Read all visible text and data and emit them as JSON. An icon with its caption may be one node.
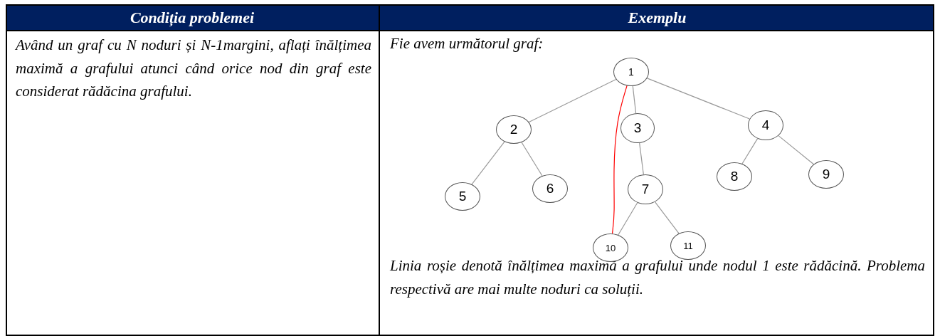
{
  "diagram": {
    "nodes": [
      {
        "text": [
          "1"
        ]
      },
      {
        "text": [
          "2"
        ]
      },
      {
        "text": [
          "3"
        ]
      },
      {
        "text": [
          "4"
        ]
      },
      {
        "text": [
          "5"
        ]
      },
      {
        "text": [
          "6"
        ]
      },
      {
        "text": [
          "7"
        ]
      },
      {
        "text": [
          "8"
        ]
      },
      {
        "text": [
          "9"
        ]
      },
      {
        "text": [
          "10"
        ]
      },
      {
        "text": [
          "11"
        ]
      }
    ],
    "edges": [
      {
        "from": 0,
        "to": 1,
        "arrow": "none"
      },
      {
        "from": 0,
        "to": 2,
        "arrow": "none"
      },
      {
        "from": 0,
        "to": 3,
        "arrow": "none"
      },
      {
        "from": 1,
        "to": 4,
        "arrow": "none"
      },
      {
        "from": 1,
        "to": 5,
        "arrow": "none"
      },
      {
        "from": 2,
        "to": 6,
        "arrow": "none"
      },
      {
        "from": 3,
        "to": 7,
        "arrow": "none"
      },
      {
        "from": 3,
        "to": 8,
        "arrow": "none"
      },
      {
        "from": 6,
        "to": 9,
        "arrow": "none"
      },
      {
        "from": 6,
        "to": 10,
        "arrow": "none"
      },
      {
        "from": 0,
        "to": 9,
        "arrow": "none",
        "color": "#ff0000"
      }
    ],
    "labels": [
      "Condiția problemei",
      "Exemplu",
      "Având un graf cu N noduri și N-1margini, aflați înălțimea maximă a grafului atunci când orice nod din graf este considerat rădăcina grafului.",
      "Fie avem următorul graf:",
      "Linia roșie denotă înălțimea maximă a grafului unde nodul 1 este rădăcină. Problema respectivă are mai multe noduri ca soluții."
    ]
  }
}
